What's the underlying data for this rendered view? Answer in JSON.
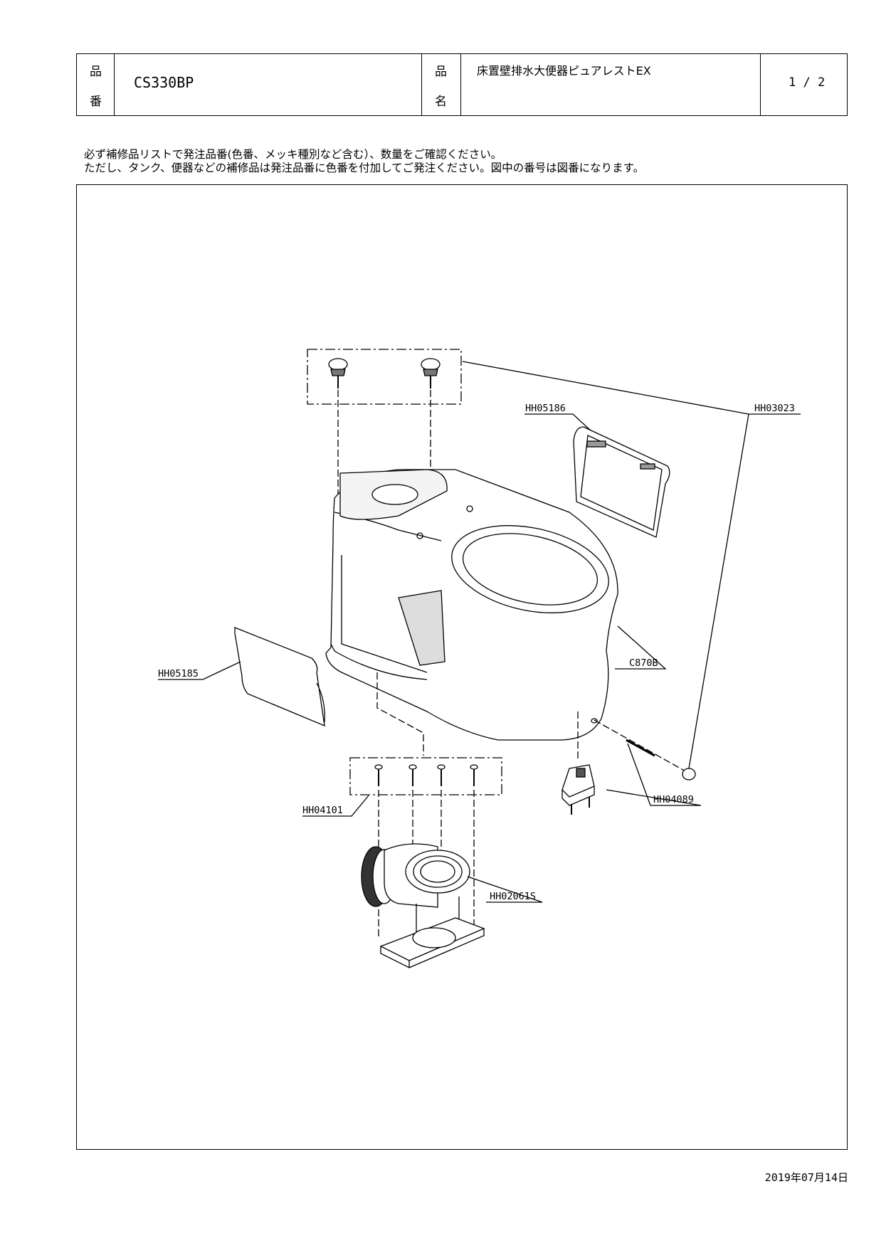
{
  "header": {
    "hin_label_top": "品",
    "hin_label_bottom": "番",
    "product_code": "CS330BP",
    "mei_label_top": "品",
    "mei_label_bottom": "名",
    "product_name": "床置壁排水大便器ピュアレストEX",
    "page": "1 / 2"
  },
  "notes": [
    "必ず補修品リストで発注品番(色番、メッキ種別など含む）、数量をご確認ください。",
    "ただし、タンク、便器などの補修品は発注品番に色番を付加してご発注ください。図中の番号は図番になります。"
  ],
  "parts": {
    "hh03023": "HH03023",
    "hh05186": "HH05186",
    "hh05185": "HH05185",
    "c870b": "C870B",
    "hh04101": "HH04101",
    "hh04089": "HH04089",
    "hh02061s": "HH02061S"
  },
  "date": "2019年07月14日"
}
